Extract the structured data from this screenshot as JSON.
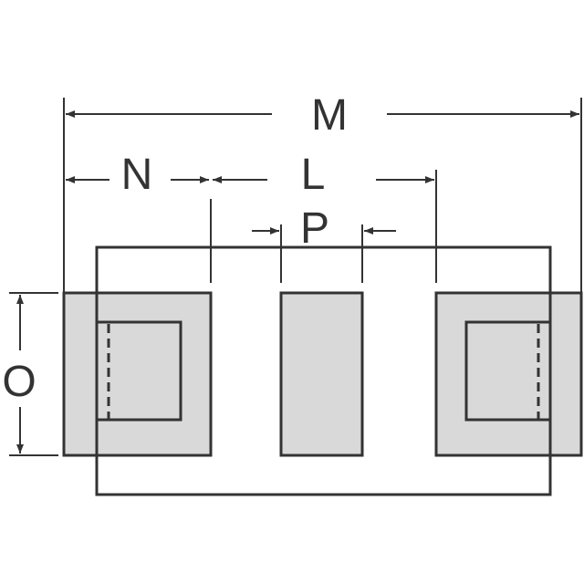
{
  "diagram": {
    "labels": {
      "M": "M",
      "N": "N",
      "L": "L",
      "P": "P",
      "O": "O"
    },
    "colors": {
      "line": "#333333",
      "pad_fill": "#d9d9d9",
      "background": "#ffffff"
    }
  }
}
